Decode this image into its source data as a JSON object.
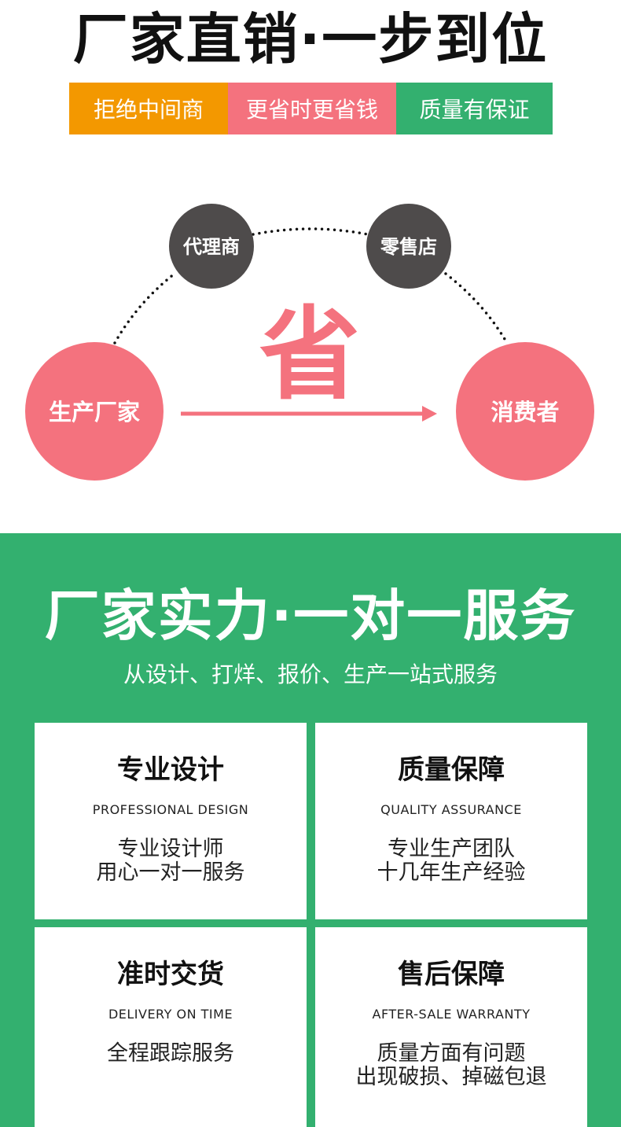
{
  "header": {
    "headline": "厂家直销·一步到位",
    "tags": [
      {
        "label": "拒绝中间商",
        "color": "#f39800"
      },
      {
        "label": "更省时更省钱",
        "color": "#f4727e"
      },
      {
        "label": "质量有保证",
        "color": "#33b06f"
      }
    ]
  },
  "flow": {
    "producer": "生产厂家",
    "consumer": "消费者",
    "agent": "代理商",
    "retailer": "零售店",
    "save_char": "省",
    "pink": "#f4727e",
    "dark": "#4e4b4b"
  },
  "strength": {
    "title": "厂家实力·一对一服务",
    "subtitle": "从设计、打烊、报价、生产一站式服务",
    "bg_color": "#33b06f",
    "cards": [
      {
        "title": "专业设计",
        "en": "PROFESSIONAL DESIGN",
        "lines": [
          "专业设计师",
          "用心一对一服务"
        ]
      },
      {
        "title": "质量保障",
        "en": "QUALITY ASSURANCE",
        "lines": [
          "专业生产团队",
          "十几年生产经验"
        ]
      },
      {
        "title": "准时交货",
        "en": "DELIVERY ON TIME",
        "lines": [
          "全程跟踪服务"
        ]
      },
      {
        "title": "售后保障",
        "en": "AFTER-SALE WARRANTY",
        "lines": [
          "质量方面有问题",
          "出现破损、掉磁包退"
        ]
      }
    ]
  }
}
